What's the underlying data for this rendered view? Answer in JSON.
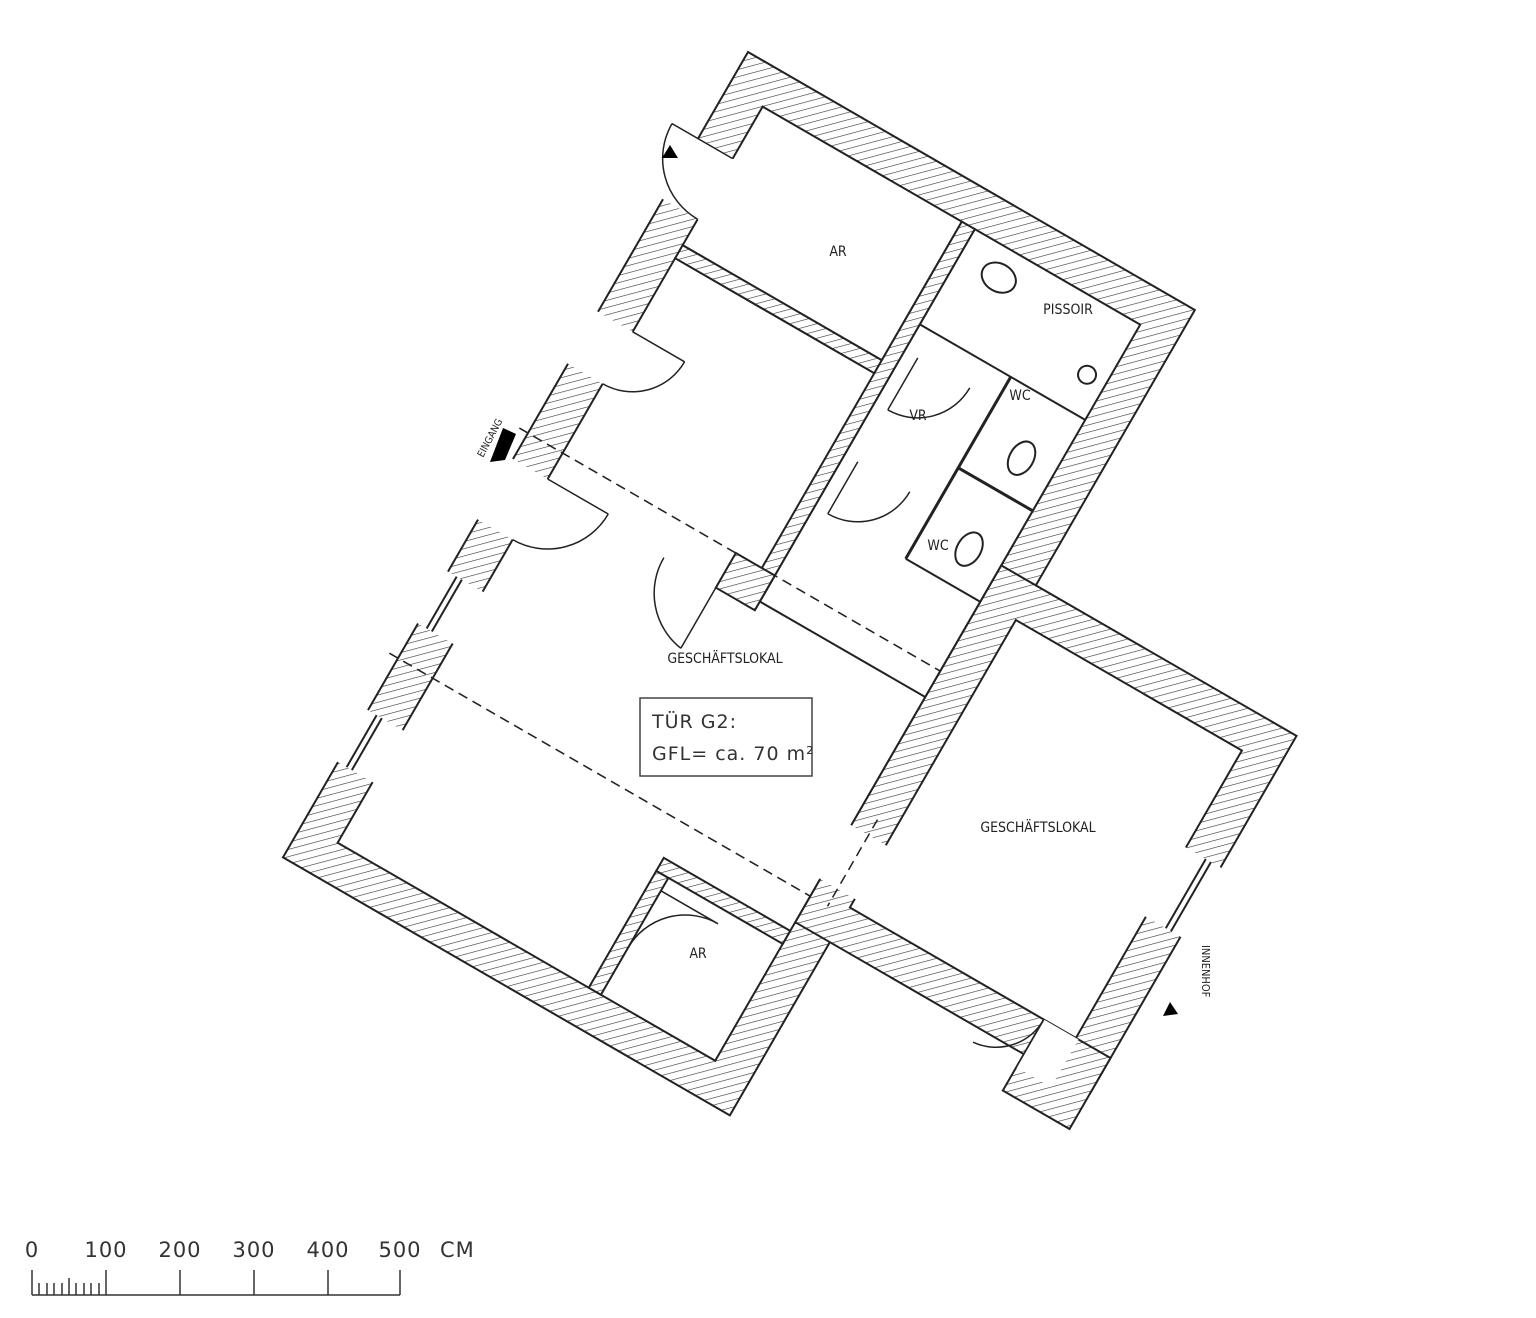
{
  "plan": {
    "rooms": {
      "ar_top": "AR",
      "pissoir": "PISSOIR",
      "wc_1": "WC",
      "vr": "VR",
      "wc_2": "WC",
      "geschaeftslokal_main": "GESCHÄFTSLOKAL",
      "ar_bottom": "AR",
      "geschaeftslokal_wing": "GESCHÄFTSLOKAL"
    },
    "entrance_label": "EINGANG",
    "courtyard_label": "INNENHOF",
    "info_box": {
      "line1": "TÜR G2:",
      "line2": "GFL= ca. 70 m²"
    },
    "wall_color": "#222222",
    "hatch": "diagonal"
  },
  "scale_bar": {
    "ticks": [
      "0",
      "100",
      "200",
      "300",
      "400",
      "500"
    ],
    "unit": "CM"
  }
}
